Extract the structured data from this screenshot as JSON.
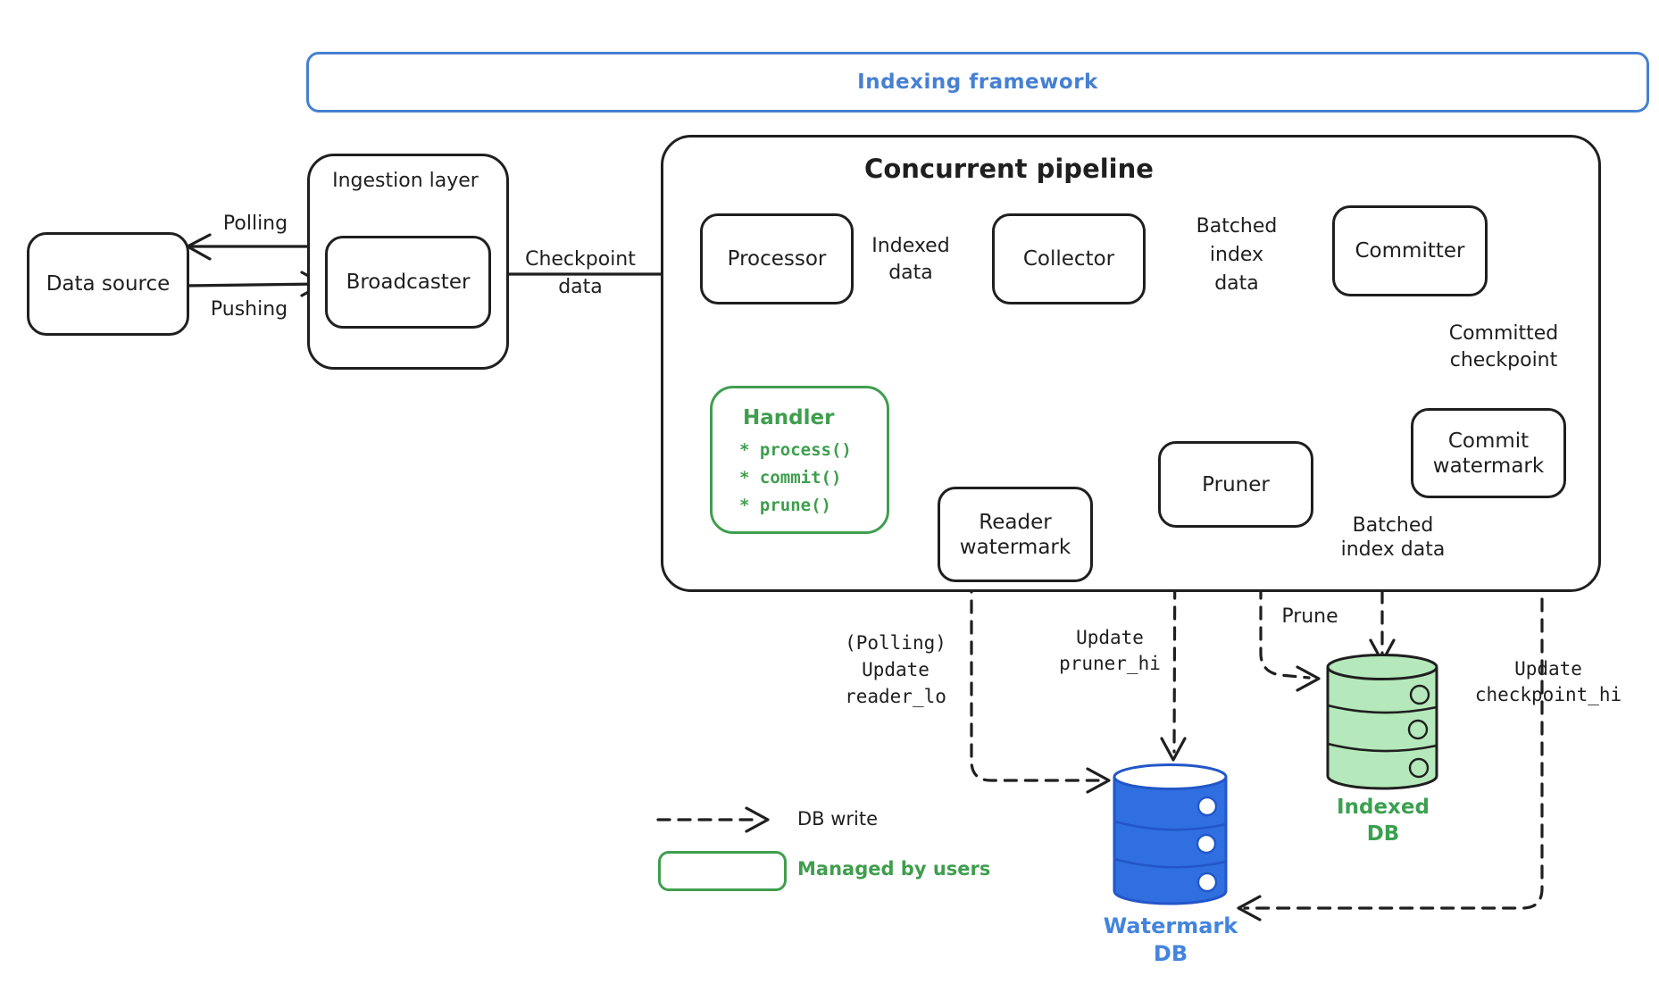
{
  "title_bar": {
    "label": "Indexing framework"
  },
  "ingestion": {
    "container_label": "Ingestion layer",
    "broadcaster": "Broadcaster",
    "data_source": "Data source",
    "polling": "Polling",
    "pushing": "Pushing",
    "checkpoint_data": "Checkpoint\ndata"
  },
  "pipeline": {
    "title": "Concurrent pipeline",
    "processor": "Processor",
    "collector": "Collector",
    "committer": "Committer",
    "indexed_data": "Indexed\ndata",
    "batched_index_data": "Batched\nindex\ndata",
    "committed_checkpoint": "Committed\ncheckpoint",
    "commit_watermark": "Commit\nwatermark",
    "pruner": "Pruner",
    "reader_watermark": "Reader\nwatermark",
    "batched_index_data_bottom": "Batched\nindex data",
    "handler": {
      "title": "Handler",
      "methods": [
        "* process()",
        "* commit()",
        "* prune()"
      ]
    }
  },
  "writes": {
    "update_reader_lo": "(Polling)\nUpdate\nreader_lo",
    "update_pruner_hi": "Update\npruner_hi",
    "prune": "Prune",
    "update_checkpoint_hi": "Update\ncheckpoint_hi"
  },
  "databases": {
    "watermark_db": "Watermark\nDB",
    "indexed_db": "Indexed\nDB"
  },
  "legend": {
    "db_write": "DB write",
    "managed_by_users": "Managed by users"
  },
  "colors": {
    "ink": "#1f1f1f",
    "blue": "#4680d2",
    "green": "#3f9e4e",
    "db_blue_fill": "#2f6fe0",
    "db_blue_stroke": "#2356c8",
    "db_blue_label": "#4385de",
    "db_green_fill": "#b5e8ba",
    "db_green_label": "#3ba050"
  }
}
